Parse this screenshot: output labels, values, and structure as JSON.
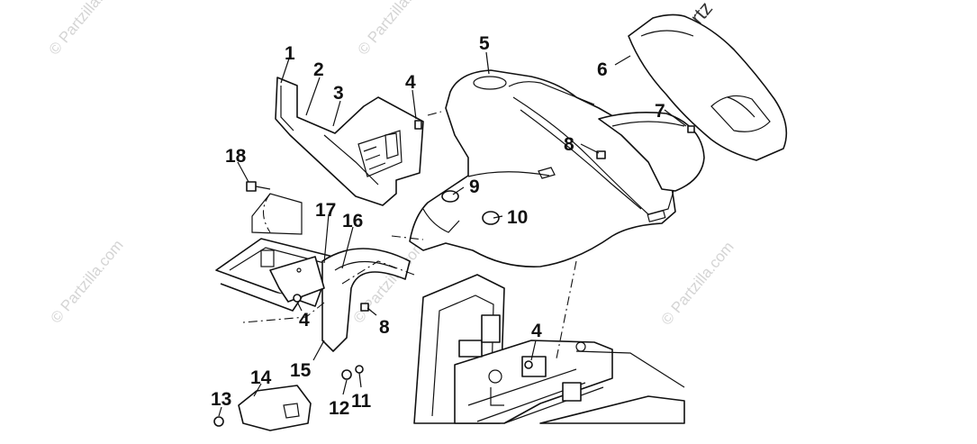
{
  "watermark": {
    "text": "© Partzilla.com",
    "corner_text": "© Partz"
  },
  "callouts": {
    "c1": "1",
    "c2": "2",
    "c3": "3",
    "c4a": "4",
    "c4b": "4",
    "c4c": "4",
    "c5": "5",
    "c6": "6",
    "c7": "7",
    "c8a": "8",
    "c8b": "8",
    "c9": "9",
    "c10": "10",
    "c11": "11",
    "c12": "12",
    "c13": "13",
    "c14": "14",
    "c15": "15",
    "c16": "16",
    "c17": "17",
    "c18": "18"
  }
}
